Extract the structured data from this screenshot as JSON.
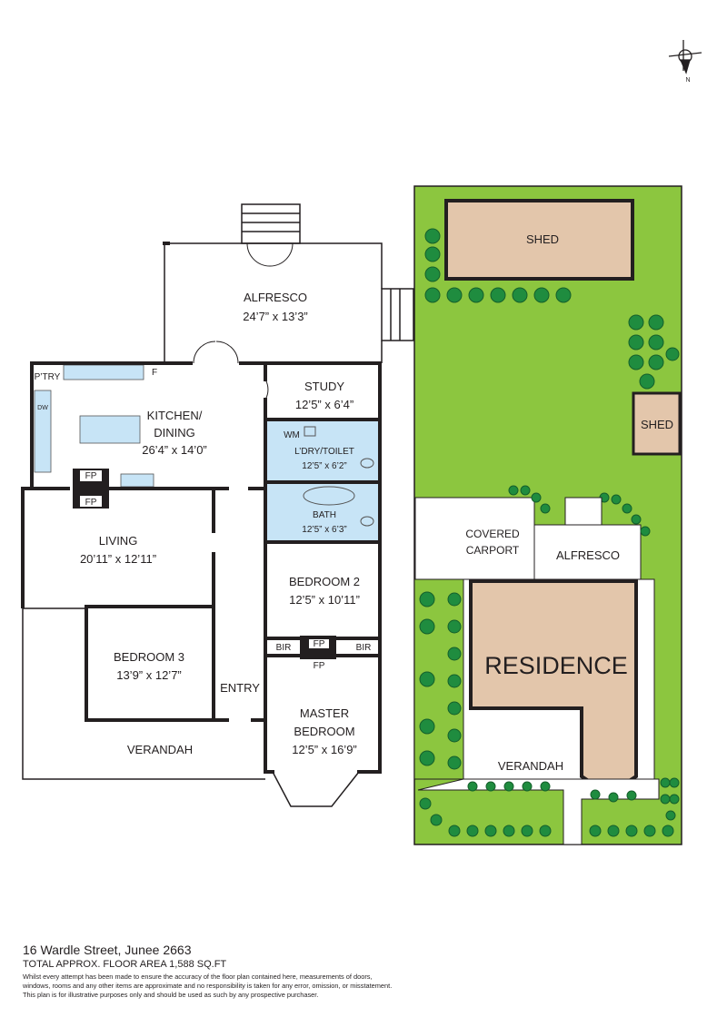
{
  "compass": {
    "label": "N"
  },
  "floor_plan": {
    "rooms": {
      "alfresco": {
        "name": "ALFRESCO",
        "size": "24’7” x 13’3”"
      },
      "kitchen": {
        "name_line1": "KITCHEN/",
        "name_line2": "DINING",
        "size": "26’4” x 14’0”"
      },
      "pantry": {
        "name": "P’TRY"
      },
      "fridge": {
        "name": "F"
      },
      "dishwasher": {
        "name": "DW"
      },
      "study": {
        "name": "STUDY",
        "size": "12’5” x 6’4”"
      },
      "laundry": {
        "name": "L’DRY/TOILET",
        "size": "12’5” x 6’2”",
        "wm": "WM"
      },
      "bath": {
        "name": "BATH",
        "size": "12’5” x 6’3”"
      },
      "living": {
        "name": "LIVING",
        "size": "20’11” x 12’11”"
      },
      "fireplace_1": {
        "name": "FP"
      },
      "fireplace_2": {
        "name": "FP"
      },
      "fireplace_3": {
        "name": "FP"
      },
      "fireplace_4": {
        "name": "FP"
      },
      "bedroom2": {
        "name": "BEDROOM 2",
        "size": "12’5” x 10’11”"
      },
      "bir_left": {
        "name": "BIR"
      },
      "bir_right": {
        "name": "BIR"
      },
      "bedroom3": {
        "name": "BEDROOM 3",
        "size": "13’9” x 12’7”"
      },
      "entry": {
        "name": "ENTRY"
      },
      "master": {
        "name_line1": "MASTER",
        "name_line2": "BEDROOM",
        "size": "12’5” x 16’9”"
      },
      "verandah": {
        "name": "VERANDAH"
      }
    }
  },
  "site_plan": {
    "shed_main": "SHED",
    "shed_small": "SHED",
    "carport_line1": "COVERED",
    "carport_line2": "CARPORT",
    "alfresco": "ALFRESCO",
    "residence": "RESIDENCE",
    "verandah": "VERANDAH",
    "colors": {
      "lawn": "#8cc63f",
      "tree": "#1f8c3f",
      "building": "#e3c6ab",
      "wet_area": "#c7e4f6"
    }
  },
  "footer": {
    "address": "16 Wardle Street, Junee 2663",
    "floor_area": "TOTAL APPROX. FLOOR AREA 1,588 SQ.FT",
    "disclaimer_1": "Whilst every attempt has been made to ensure the accuracy of the floor plan contained here, measurements of doors,",
    "disclaimer_2": "windows, rooms and any other items are approximate and no responsibility is taken for any error, omission, or misstatement.",
    "disclaimer_3": "This plan is for illustrative purposes only and should be used as such by any prospective purchaser."
  }
}
